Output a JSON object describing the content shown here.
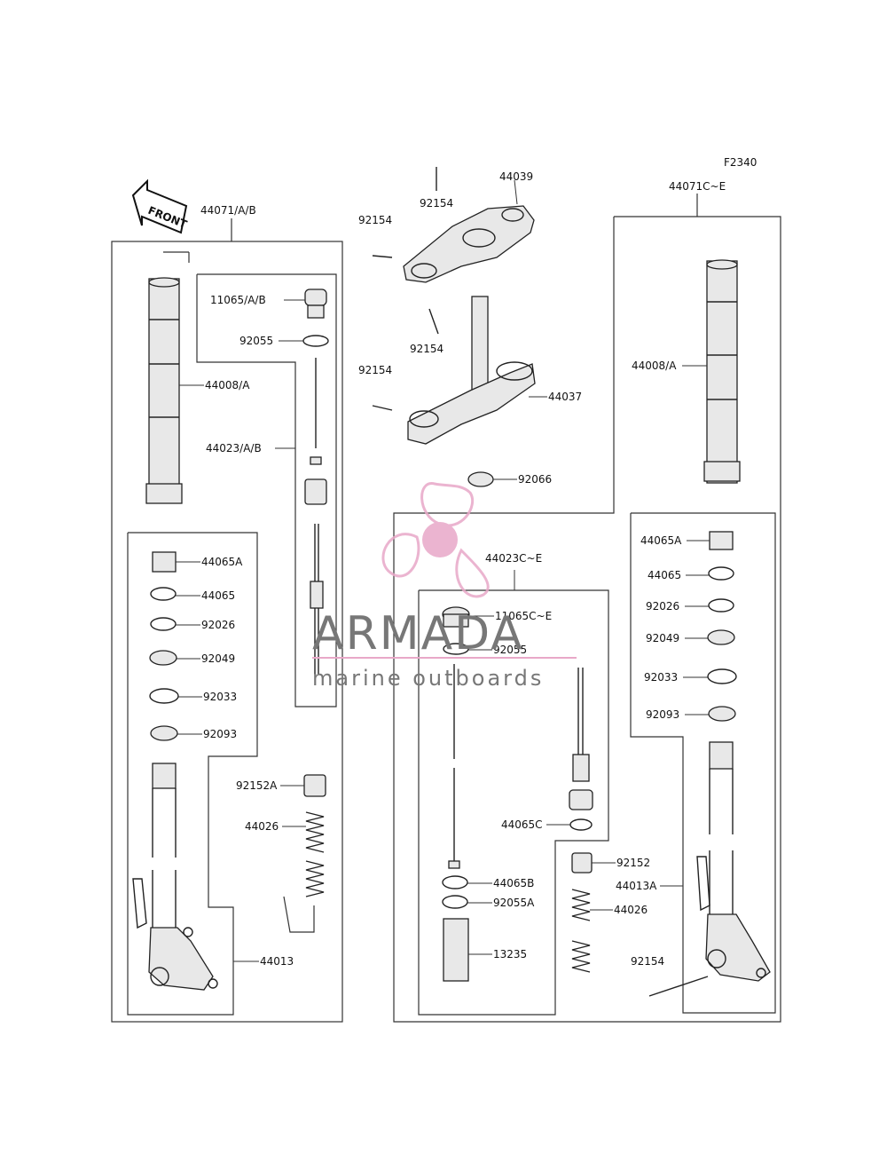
{
  "figure_code": "F2340",
  "front_arrow_label": "FRONT",
  "watermark": {
    "brand": "ARMADA",
    "tagline": "marine outboards"
  },
  "labels": {
    "l44071AB": "44071/A/B",
    "l11065AB": "11065/A/B",
    "l92055_left": "92055",
    "l44008A_left": "44008/A",
    "l44023AB": "44023/A/B",
    "l44065A_left": "44065A",
    "l44065_left": "44065",
    "l92026_left": "92026",
    "l92049_left": "92049",
    "l92033_left": "92033",
    "l92093_left": "92093",
    "l92152A": "92152A",
    "l44026_left": "44026",
    "l44013": "44013",
    "l92154_a": "92154",
    "l44039": "44039",
    "l92154_b": "92154",
    "l92154_c": "92154",
    "l92154_d": "92154",
    "l44037": "44037",
    "l92066": "92066",
    "l44023CE": "44023C~E",
    "l11065CE": "11065C~E",
    "l92055_mid": "92055",
    "l44065C": "44065C",
    "l92152": "92152",
    "l44065B": "44065B",
    "l92055A": "92055A",
    "l44026_mid": "44026",
    "l13235": "13235",
    "l44071CE": "44071C~E",
    "l44008A_right": "44008/A",
    "l44065A_right": "44065A",
    "l44065_right": "44065",
    "l92026_right": "92026",
    "l92049_right": "92049",
    "l92033_right": "92033",
    "l92093_right": "92093",
    "l44013A": "44013A",
    "l92154_right": "92154"
  },
  "colors": {
    "watermark_pink": "#e8a8c8",
    "line": "#222222"
  }
}
